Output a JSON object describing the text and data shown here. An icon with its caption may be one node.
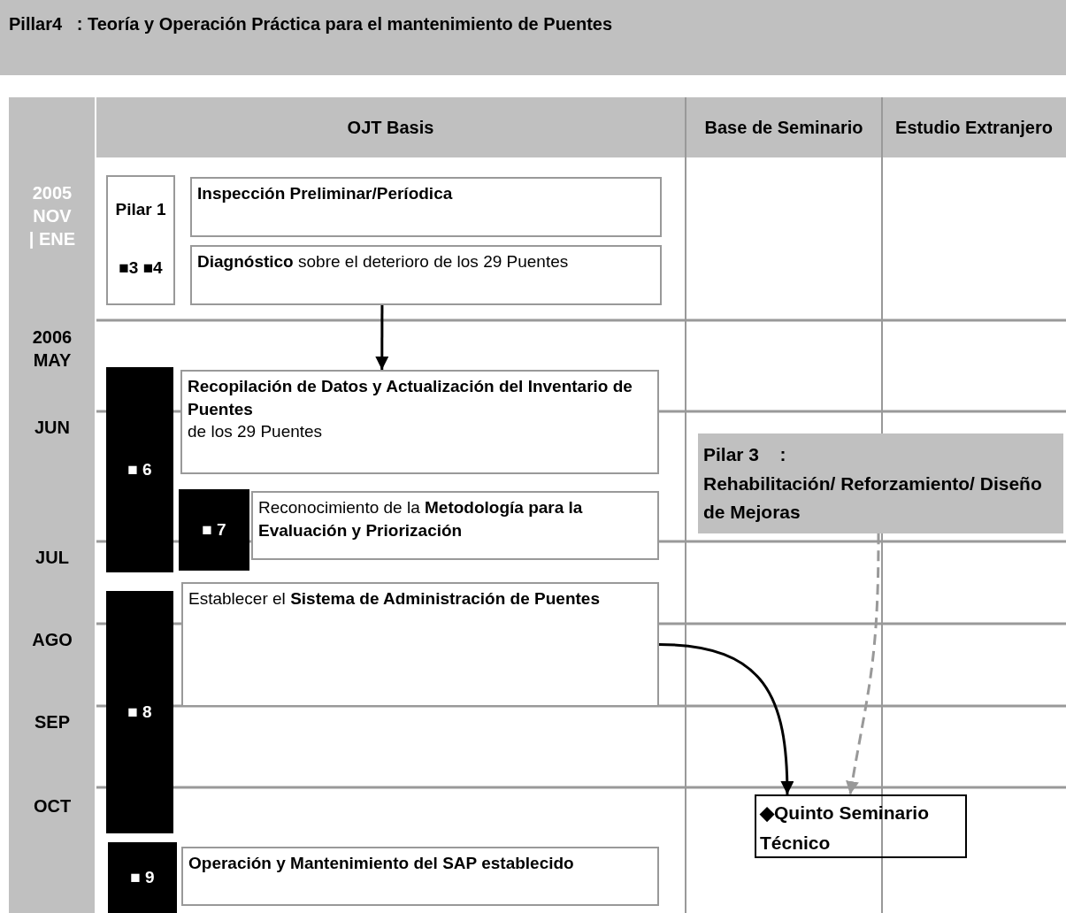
{
  "diagram": {
    "title": "Pillar4   : Teoría y Operación Práctica para el mantenimiento de Puentes",
    "nodes": [
      {
        "text": [
          "Pilar 1",
          "■3 ■4"
        ]
      },
      {
        "text": [
          "Inspección Preliminar/Períodica"
        ]
      },
      {
        "text": [
          "**Diagnóstico** sobre el deterioro de los 29 Puentes"
        ]
      },
      {
        "text": [
          "■ 6"
        ]
      },
      {
        "text": [
          "Recopilación de Datos y Actualización del Inventario de Puentes",
          "de los 29 Puentes"
        ]
      },
      {
        "text": [
          "■ 7"
        ]
      },
      {
        "text": [
          "Reconocimiento de la **Metodología para la Evaluación y Priorización**"
        ]
      },
      {
        "text": [
          "■ 8"
        ]
      },
      {
        "text": [
          "Establecer el **Sistema de Administración de Puentes**"
        ]
      },
      {
        "text": [
          "■ 9"
        ]
      },
      {
        "text": [
          "Operación y Mantenimiento del SAP establecido"
        ]
      },
      {
        "text": [
          "Pilar 3    :",
          "Rehabilitación/ Reforzamiento/ Diseño de Mejoras"
        ]
      },
      {
        "text": [
          "◆Quinto Seminario Técnico"
        ]
      }
    ],
    "edges": [
      {
        "from": 2,
        "to": 4,
        "arrow": "to"
      },
      {
        "from": 8,
        "to": 12,
        "arrow": "to"
      },
      {
        "from": 11,
        "to": 12,
        "arrow": "to",
        "style": "dashed",
        "color": "#999999"
      }
    ],
    "labels": [
      "OJT Basis",
      "Base de Seminario",
      "Estudio Extranjero",
      "2005 NOV | ENE",
      "2006 MAY",
      "JUN",
      "JUL",
      "AGO",
      "SEP",
      "OCT"
    ]
  }
}
